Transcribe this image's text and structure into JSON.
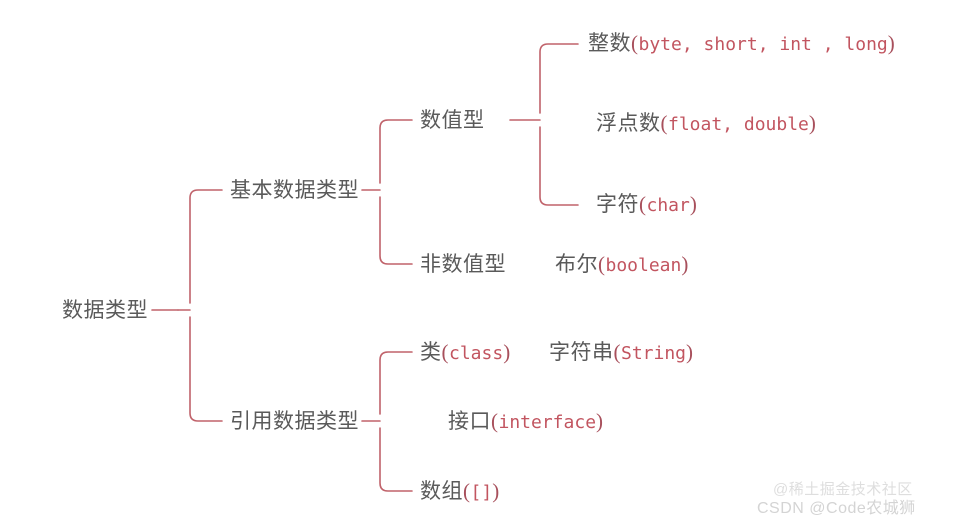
{
  "diagram": {
    "title": "数据类型",
    "type": "tree",
    "line_color": "#c0626a",
    "text_color": "#5a5a5a",
    "code_color": "#c25560",
    "root": {
      "label": "数据类型"
    },
    "level1": [
      {
        "label": "基本数据类型"
      },
      {
        "label": "引用数据类型"
      }
    ],
    "level2_primitive": [
      {
        "label": "数值型"
      },
      {
        "label": "非数值型"
      }
    ],
    "numeric_children": [
      {
        "cn": "整数",
        "code": "byte, short, int , long"
      },
      {
        "cn": "浮点数",
        "code": "float, double"
      },
      {
        "cn": "字符",
        "code": "char"
      }
    ],
    "nonnumeric_children": [
      {
        "cn": "布尔",
        "code": "boolean"
      }
    ],
    "reference_children": [
      {
        "cn": "类",
        "code": "class"
      },
      {
        "cn": "接口",
        "code": "interface"
      },
      {
        "cn": "数组",
        "code": "[]"
      }
    ],
    "reference_extra": [
      {
        "cn": "字符串",
        "code": "String"
      }
    ]
  },
  "watermarks": {
    "juejin": "@稀土掘金技术社区",
    "csdn": "CSDN @Code农城狮"
  }
}
